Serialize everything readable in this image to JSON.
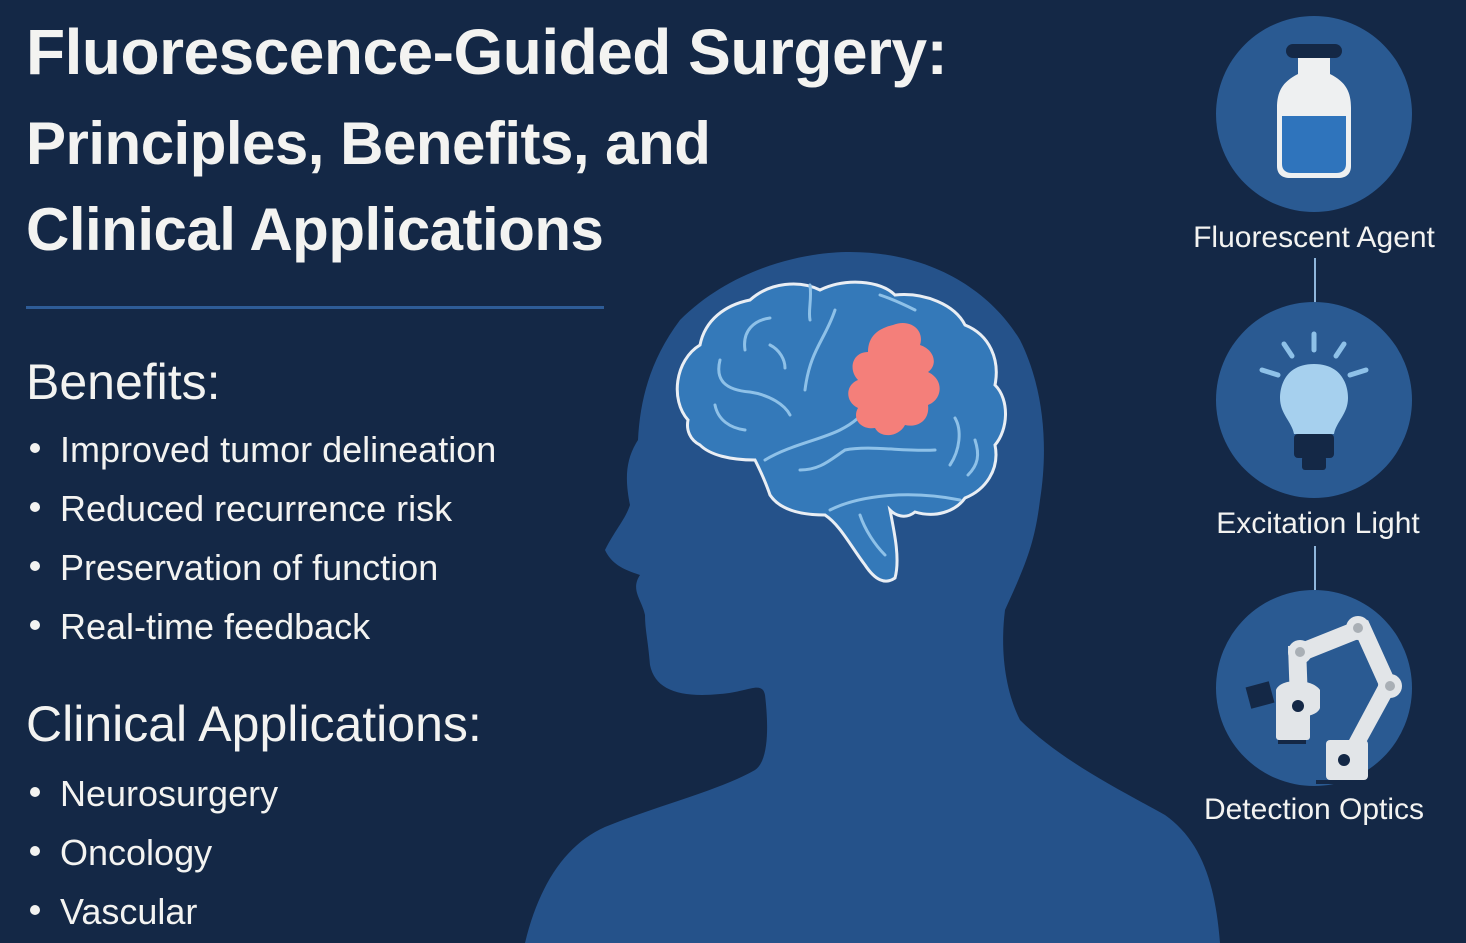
{
  "title": {
    "line1": "Fluorescence-Guided Surgery:",
    "line2": "Principles, Benefits, and",
    "line3": "Clinical Applications"
  },
  "benefits": {
    "heading": "Benefits:",
    "items": [
      "Improved tumor delineation",
      "Reduced recurrence risk",
      "Preservation of function",
      "Real-time feedback"
    ]
  },
  "clinical_applications": {
    "heading": "Clinical Applications:",
    "items": [
      "Neurosurgery",
      "Oncology",
      "Vascular"
    ]
  },
  "illustration": {
    "subject": "head-silhouette-with-brain",
    "highlight": "tumor",
    "highlight_color": "#f47f7a"
  },
  "workflow": {
    "steps": [
      {
        "label": "Fluorescent Agent",
        "icon": "vial-icon"
      },
      {
        "label": "Excitation Light",
        "icon": "light-bulb-icon"
      },
      {
        "label": "Detection Optics",
        "icon": "robotic-microscope-icon"
      }
    ]
  },
  "colors": {
    "background": "#142846",
    "silhouette": "#25528a",
    "brain": "#3479b9",
    "accent_line": "#2e5c97",
    "text": "#f3f3f1"
  }
}
